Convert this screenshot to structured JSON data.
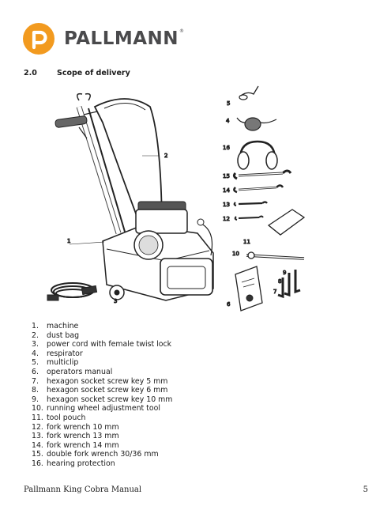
{
  "brand": {
    "name": "PALLMANN",
    "registered": "®",
    "mark_color": "#f29a1f"
  },
  "section": {
    "number": "2.0",
    "title": "Scope of delivery"
  },
  "callouts": [
    "1",
    "2",
    "3",
    "4",
    "5",
    "6",
    "7",
    "8",
    "9",
    "10",
    "11",
    "12",
    "13",
    "14",
    "15",
    "16"
  ],
  "items": [
    {
      "n": "1.",
      "label": "machine"
    },
    {
      "n": "2.",
      "label": "dust bag"
    },
    {
      "n": "3.",
      "label": "power cord with female twist lock"
    },
    {
      "n": "4.",
      "label": "respirator"
    },
    {
      "n": "5.",
      "label": "multiclip"
    },
    {
      "n": "6.",
      "label": "operators manual"
    },
    {
      "n": "7.",
      "label": "hexagon socket screw key 5 mm"
    },
    {
      "n": "8.",
      "label": "hexagon socket screw key 6 mm"
    },
    {
      "n": "9.",
      "label": "hexagon socket screw key 10 mm"
    },
    {
      "n": "10.",
      "label": "running wheel adjustment tool"
    },
    {
      "n": "11.",
      "label": "tool pouch"
    },
    {
      "n": "12.",
      "label": "fork wrench 10 mm"
    },
    {
      "n": "13.",
      "label": "fork wrench 13 mm"
    },
    {
      "n": "14.",
      "label": "fork wrench 14 mm"
    },
    {
      "n": "15.",
      "label": "double fork wrench 30/36 mm"
    },
    {
      "n": "16.",
      "label": "hearing protection"
    }
  ],
  "footer": {
    "title": "Pallmann King Cobra Manual",
    "page": "5"
  }
}
